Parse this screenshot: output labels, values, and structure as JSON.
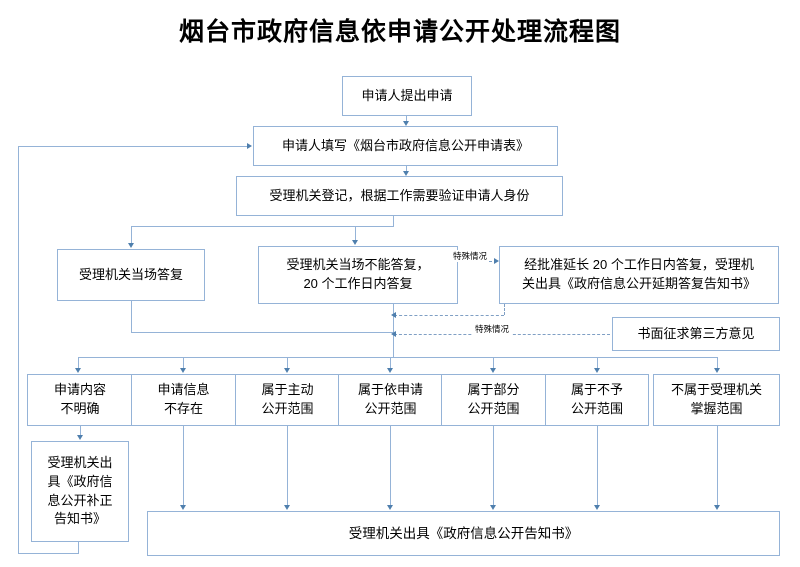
{
  "chart_data": {
    "type": "diagram",
    "title": "烟台市政府信息依申请公开处理流程图",
    "diagram_kind": "flowchart",
    "nodes": [
      {
        "id": "n1",
        "label": "申请人提出申请"
      },
      {
        "id": "n2",
        "label": "申请人填写《烟台市政府信息公开申请表》"
      },
      {
        "id": "n3",
        "label": "受理机关登记，根据工作需要验证申请人身份"
      },
      {
        "id": "n4",
        "label": "受理机关当场答复"
      },
      {
        "id": "n5",
        "label": "受理机关当场不能答复，\n20 个工作日内答复"
      },
      {
        "id": "n6",
        "label": "经批准延长 20 个工作日内答复，受理机\n关出具《政府信息公开延期答复告知书》"
      },
      {
        "id": "n7",
        "label": "书面征求第三方意见"
      },
      {
        "id": "n8",
        "label": "申请内容\n不明确"
      },
      {
        "id": "n9",
        "label": "申请信息\n不存在"
      },
      {
        "id": "n10",
        "label": "属于主动\n公开范围"
      },
      {
        "id": "n11",
        "label": "属于依申请\n公开范围"
      },
      {
        "id": "n12",
        "label": "属于部分\n公开范围"
      },
      {
        "id": "n13",
        "label": "属于不予\n公开范围"
      },
      {
        "id": "n14",
        "label": "不属于受理机关\n掌握范围"
      },
      {
        "id": "n15",
        "label": "受理机关出\n具《政府信\n息公开补正\n告知书》"
      },
      {
        "id": "n16",
        "label": "受理机关出具《政府信息公开告知书》"
      }
    ],
    "edge_labels": [
      "特殊情况",
      "特殊情况"
    ],
    "colors": {
      "border": "#95b3d7",
      "arrow": "#4f7fad",
      "dashed": "#7f9fc4",
      "text": "#000000",
      "background": "#ffffff"
    }
  },
  "title": "烟台市政府信息依申请公开处理流程图",
  "nodes": {
    "n1": "申请人提出申请",
    "n2": "申请人填写《烟台市政府信息公开申请表》",
    "n3": "受理机关登记，根据工作需要验证申请人身份",
    "n4": "受理机关当场答复",
    "n5": "受理机关当场不能答复，\n20 个工作日内答复",
    "n6": "经批准延长 20 个工作日内答复，受理机\n关出具《政府信息公开延期答复告知书》",
    "n7": "书面征求第三方意见",
    "n8": "申请内容\n不明确",
    "n9": "申请信息\n不存在",
    "n10": "属于主动\n公开范围",
    "n11": "属于依申请\n公开范围",
    "n12": "属于部分\n公开范围",
    "n13": "属于不予\n公开范围",
    "n14": "不属于受理机关\n掌握范围",
    "n15": "受理机关出\n具《政府信\n息公开补正\n告知书》",
    "n16": "受理机关出具《政府信息公开告知书》"
  },
  "labels": {
    "special_1": "特殊情况",
    "special_2": "特殊情况"
  }
}
